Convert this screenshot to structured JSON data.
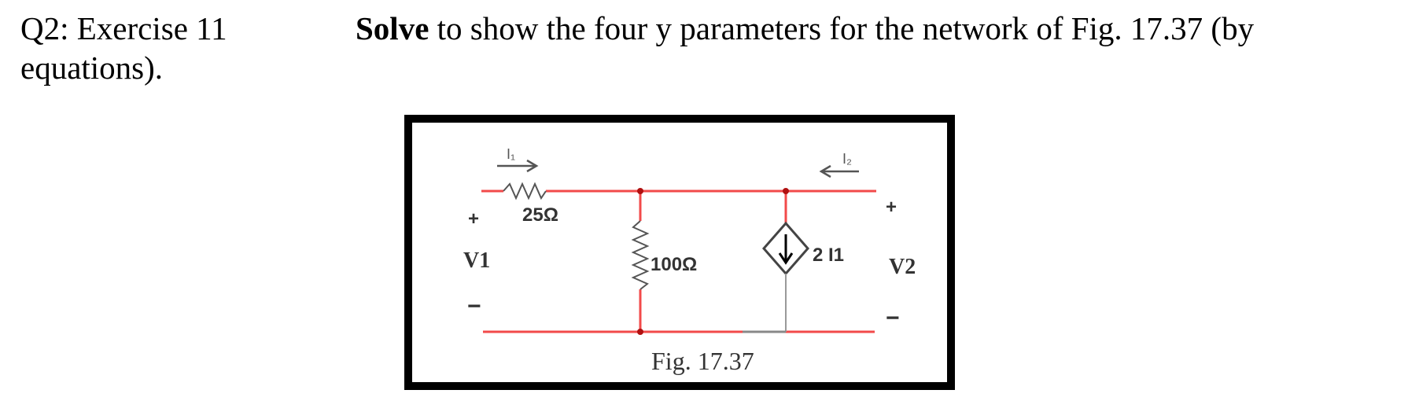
{
  "question": {
    "label": "Q2: Exercise 11",
    "bold_word": "Solve",
    "text_rest": " to show the four y parameters for the network of Fig. 17.37 (by",
    "continuation": "equations)."
  },
  "figure": {
    "caption": "Fig. 17.37",
    "components": {
      "r1": "25Ω",
      "r2": "100Ω",
      "dependent_source": "2 I1"
    },
    "port_labels": {
      "v1": "V1",
      "v2": "V2",
      "plus": "+",
      "minus": "−",
      "i1": "I₁",
      "i2": "I₂"
    },
    "colors": {
      "wire": "#f24a4a",
      "frame": "#000000"
    }
  }
}
